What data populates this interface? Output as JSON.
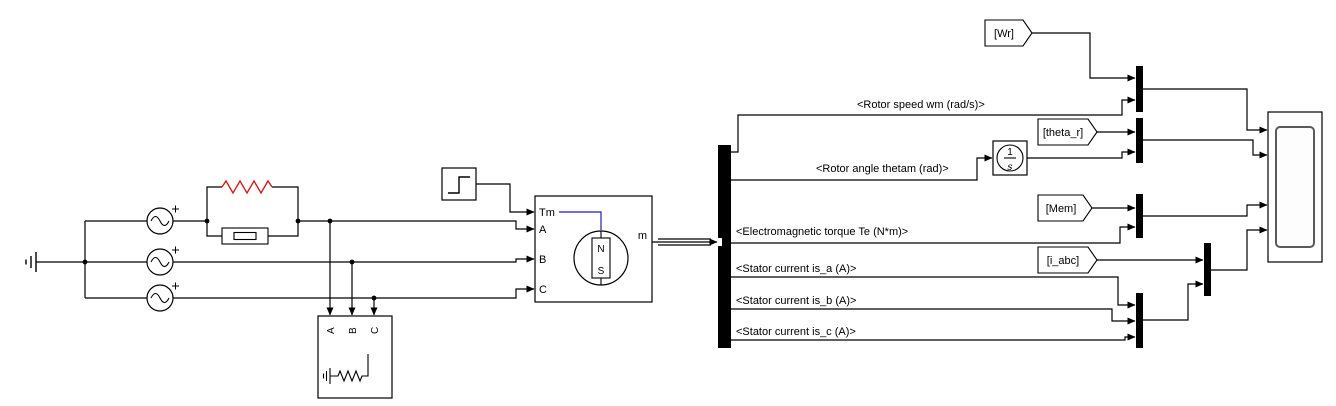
{
  "signal_labels": {
    "rotor_speed": "<Rotor speed wm (rad/s)>",
    "rotor_angle": "<Rotor angle thetam (rad)>",
    "torque": "<Electromagnetic torque Te (N*m)>",
    "stator_a": "<Stator current is_a (A)>",
    "stator_b": "<Stator current is_b (A)>",
    "stator_c": "<Stator current is_c (A)>"
  },
  "from_tags": {
    "wr": "[Wr]",
    "theta_r": "[theta_r]",
    "mem": "[Mem]",
    "i_abc": "[i_abc]"
  },
  "machine": {
    "tm": "Tm",
    "a": "A",
    "b": "B",
    "c": "C",
    "m": "m",
    "n": "N",
    "s": "S"
  },
  "integrator": {
    "num": "1",
    "den": "s"
  },
  "load_block": {
    "a": "A",
    "b": "B",
    "c": "C"
  },
  "colors": {
    "background": "#ffffff",
    "wire": "#000000",
    "resistor_red": "#d02018",
    "machine_blue": "#1f1fb4",
    "block_fill": "#ffffff"
  }
}
